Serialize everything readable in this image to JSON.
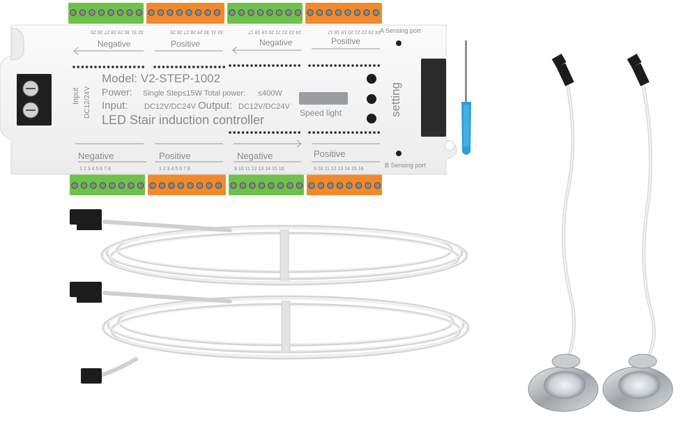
{
  "controller": {
    "model": "Model: V2-STEP-1002",
    "power": "Power: Single Step≤15W Total power: ≤400W",
    "power_a": "Power:",
    "power_b": "Single Step≤15W Total power:",
    "power_c": "≤400W",
    "input_a": "Input:",
    "input_b": "DC12V/DC24V",
    "input_c": "Output:",
    "input_d": "DC12V/DC24V",
    "title": "LED Stair induction controller",
    "speed": "Speed light",
    "setting": "setting",
    "input_side_1": "Input",
    "input_side_2": "DC12/24V",
    "top_negative_1": "Negative",
    "top_positive_1": "Positive",
    "top_negative_2": "Negative",
    "top_positive_2": "Positive",
    "a_port": "A Sensing port",
    "b_port": "B Sensing port",
    "bot_negative_1": "Negative",
    "bot_positive_1": "Positive",
    "bot_negative_2": "Negative",
    "bot_positive_2": "Positive",
    "top_numbers": [
      "32 31 30 29 28 27 26 25",
      "32 31 30 29 28 27 26 25",
      "24 23 22 21 20 19 18 17",
      "24 23 22 21 20 19 18 17"
    ],
    "bottom_numbers": [
      "1 2 3 4 5 6 7 8",
      "1 2 3 4 5 6 7 8",
      "9 10 11 12 13 14 15 16",
      "9 10 11 12 13 14 15 16"
    ]
  },
  "colors": {
    "terminal_green": "#6cc24a",
    "terminal_orange": "#f08a2c",
    "body": "#f4f4f4",
    "cable": "#e6e6e6",
    "screwdriver": "#2a9fd8",
    "sensor_metal": "#b8bcc0"
  },
  "icons": [
    "screw-terminal-icon",
    "screwdriver-icon",
    "sensor-icon",
    "cable-icon",
    "connector-icon"
  ]
}
